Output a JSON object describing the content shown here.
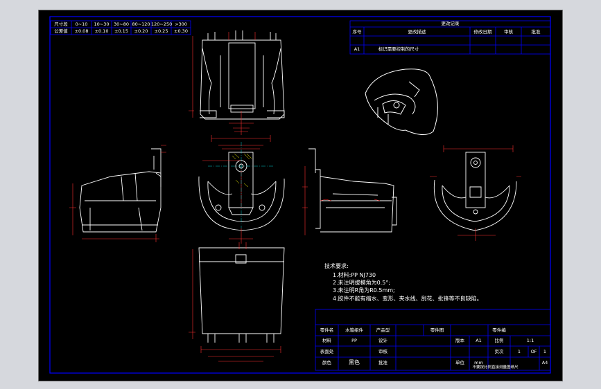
{
  "tolerance_table": {
    "row1_label": "尺寸段",
    "row2_label": "公差值",
    "ranges": [
      "0~10",
      "10~30",
      "30~80",
      "80~120",
      "120~250",
      ">300"
    ],
    "values": [
      "±0.08",
      "±0.10",
      "±0.15",
      "±0.20",
      "±0.25",
      "±0.30"
    ]
  },
  "revision_block": {
    "title": "更改记录",
    "headers": [
      "序号",
      "更改描述",
      "修改日期",
      "审核",
      "批准"
    ],
    "row": {
      "no": "A1",
      "desc": "标识需要控制的尺寸"
    }
  },
  "tech_notes": {
    "heading": "技术要求:",
    "lines": [
      "1.材料:PP NJ730",
      "2.未注明拔模角为0.5°;",
      "3.未注明R角为R0.5mm;",
      "4.胶件不能有缩水、变形、夹水线、刮花、批锋等不良缺陷。"
    ]
  },
  "title_block": {
    "part_name_label": "零件名",
    "part_name": "水箱组件",
    "product_label": "产品型",
    "part_drawing_label": "零件图",
    "part_no_label": "零件编",
    "material_label": "材料",
    "material": "PP",
    "design_label": "设计",
    "version_label": "版本",
    "version": "A1",
    "scale_label": "比例",
    "scale": "1:1",
    "surface_label": "表面处",
    "review_label": "审核",
    "page_label": "页次",
    "page": "1",
    "of": "OF",
    "page_total": "1",
    "color_label": "颜色",
    "color": "黑色",
    "approve_label": "批准",
    "unit_label": "单位",
    "unit": "mm",
    "note": "不要按比例直接测量图纸尺",
    "size": "A4"
  },
  "colors": {
    "background": "#000000",
    "outline": "#ffffff",
    "dimension": "#ff3030",
    "border": "#0000ff",
    "hatch": "#ffff00",
    "centerline": "#00ffff"
  }
}
